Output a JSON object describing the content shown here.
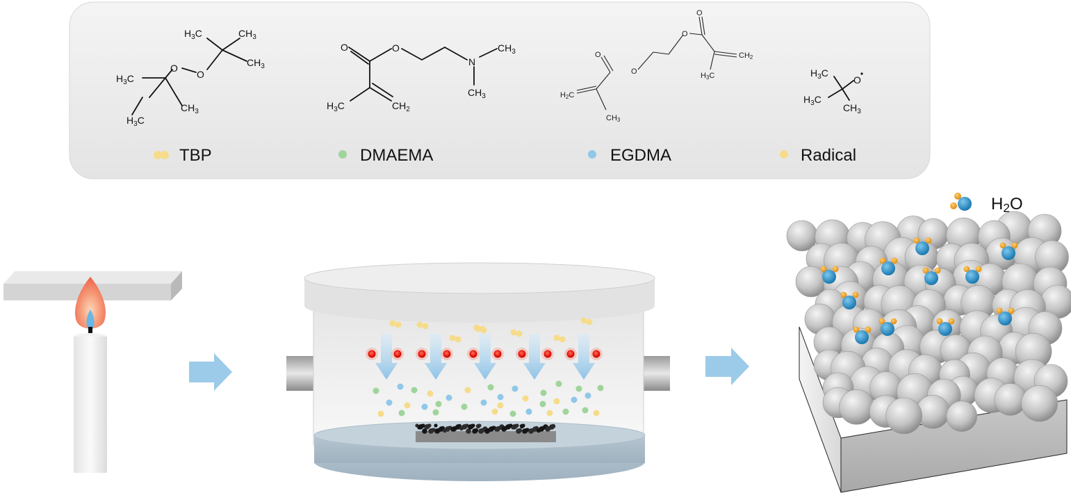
{
  "legend": {
    "items": [
      {
        "label": "TBP",
        "color": "#f6dc8a"
      },
      {
        "label": "DMAEMA",
        "color": "#9fd49a"
      },
      {
        "label": "EGDMA",
        "color": "#8fc8e8"
      },
      {
        "label": "Radical",
        "color": "#f6dc8a"
      }
    ]
  },
  "molecules": {
    "tbp": {
      "ch3_a": "H3C",
      "ch3_b": "CH3",
      "ch3_c": "CH3",
      "ch3_d": "H3C",
      "ch3_e": "CH3",
      "ch3_f": "H3C",
      "o1": "O",
      "o2": "O"
    },
    "dmaema": {
      "o_carbonyl": "O",
      "o_ester": "O",
      "n": "N",
      "ch3_n1": "CH3",
      "ch3_n2": "CH3",
      "ch3_left": "H3C",
      "ch2": "CH2"
    },
    "egdma": {
      "o_top": "O",
      "o_left": "O",
      "o_mid": "O",
      "o_right": "O",
      "h2c": "H2C",
      "ch3_left": "CH3",
      "ch2_right": "CH2",
      "h3c_right": "H3C"
    },
    "radical": {
      "h3c_top": "H3C",
      "h3c_mid": "H3C",
      "ch3": "CH3",
      "o": "O"
    }
  },
  "water_legend": {
    "label": "H2O"
  },
  "colors": {
    "panel": "#eeeeee",
    "flame": "#f08868",
    "arrow": "#9ccbe9",
    "radical_dot": "#e81e10",
    "water_o": "#2a8fc4",
    "water_h": "#f0a020",
    "sphere": "#c8c8c8"
  }
}
